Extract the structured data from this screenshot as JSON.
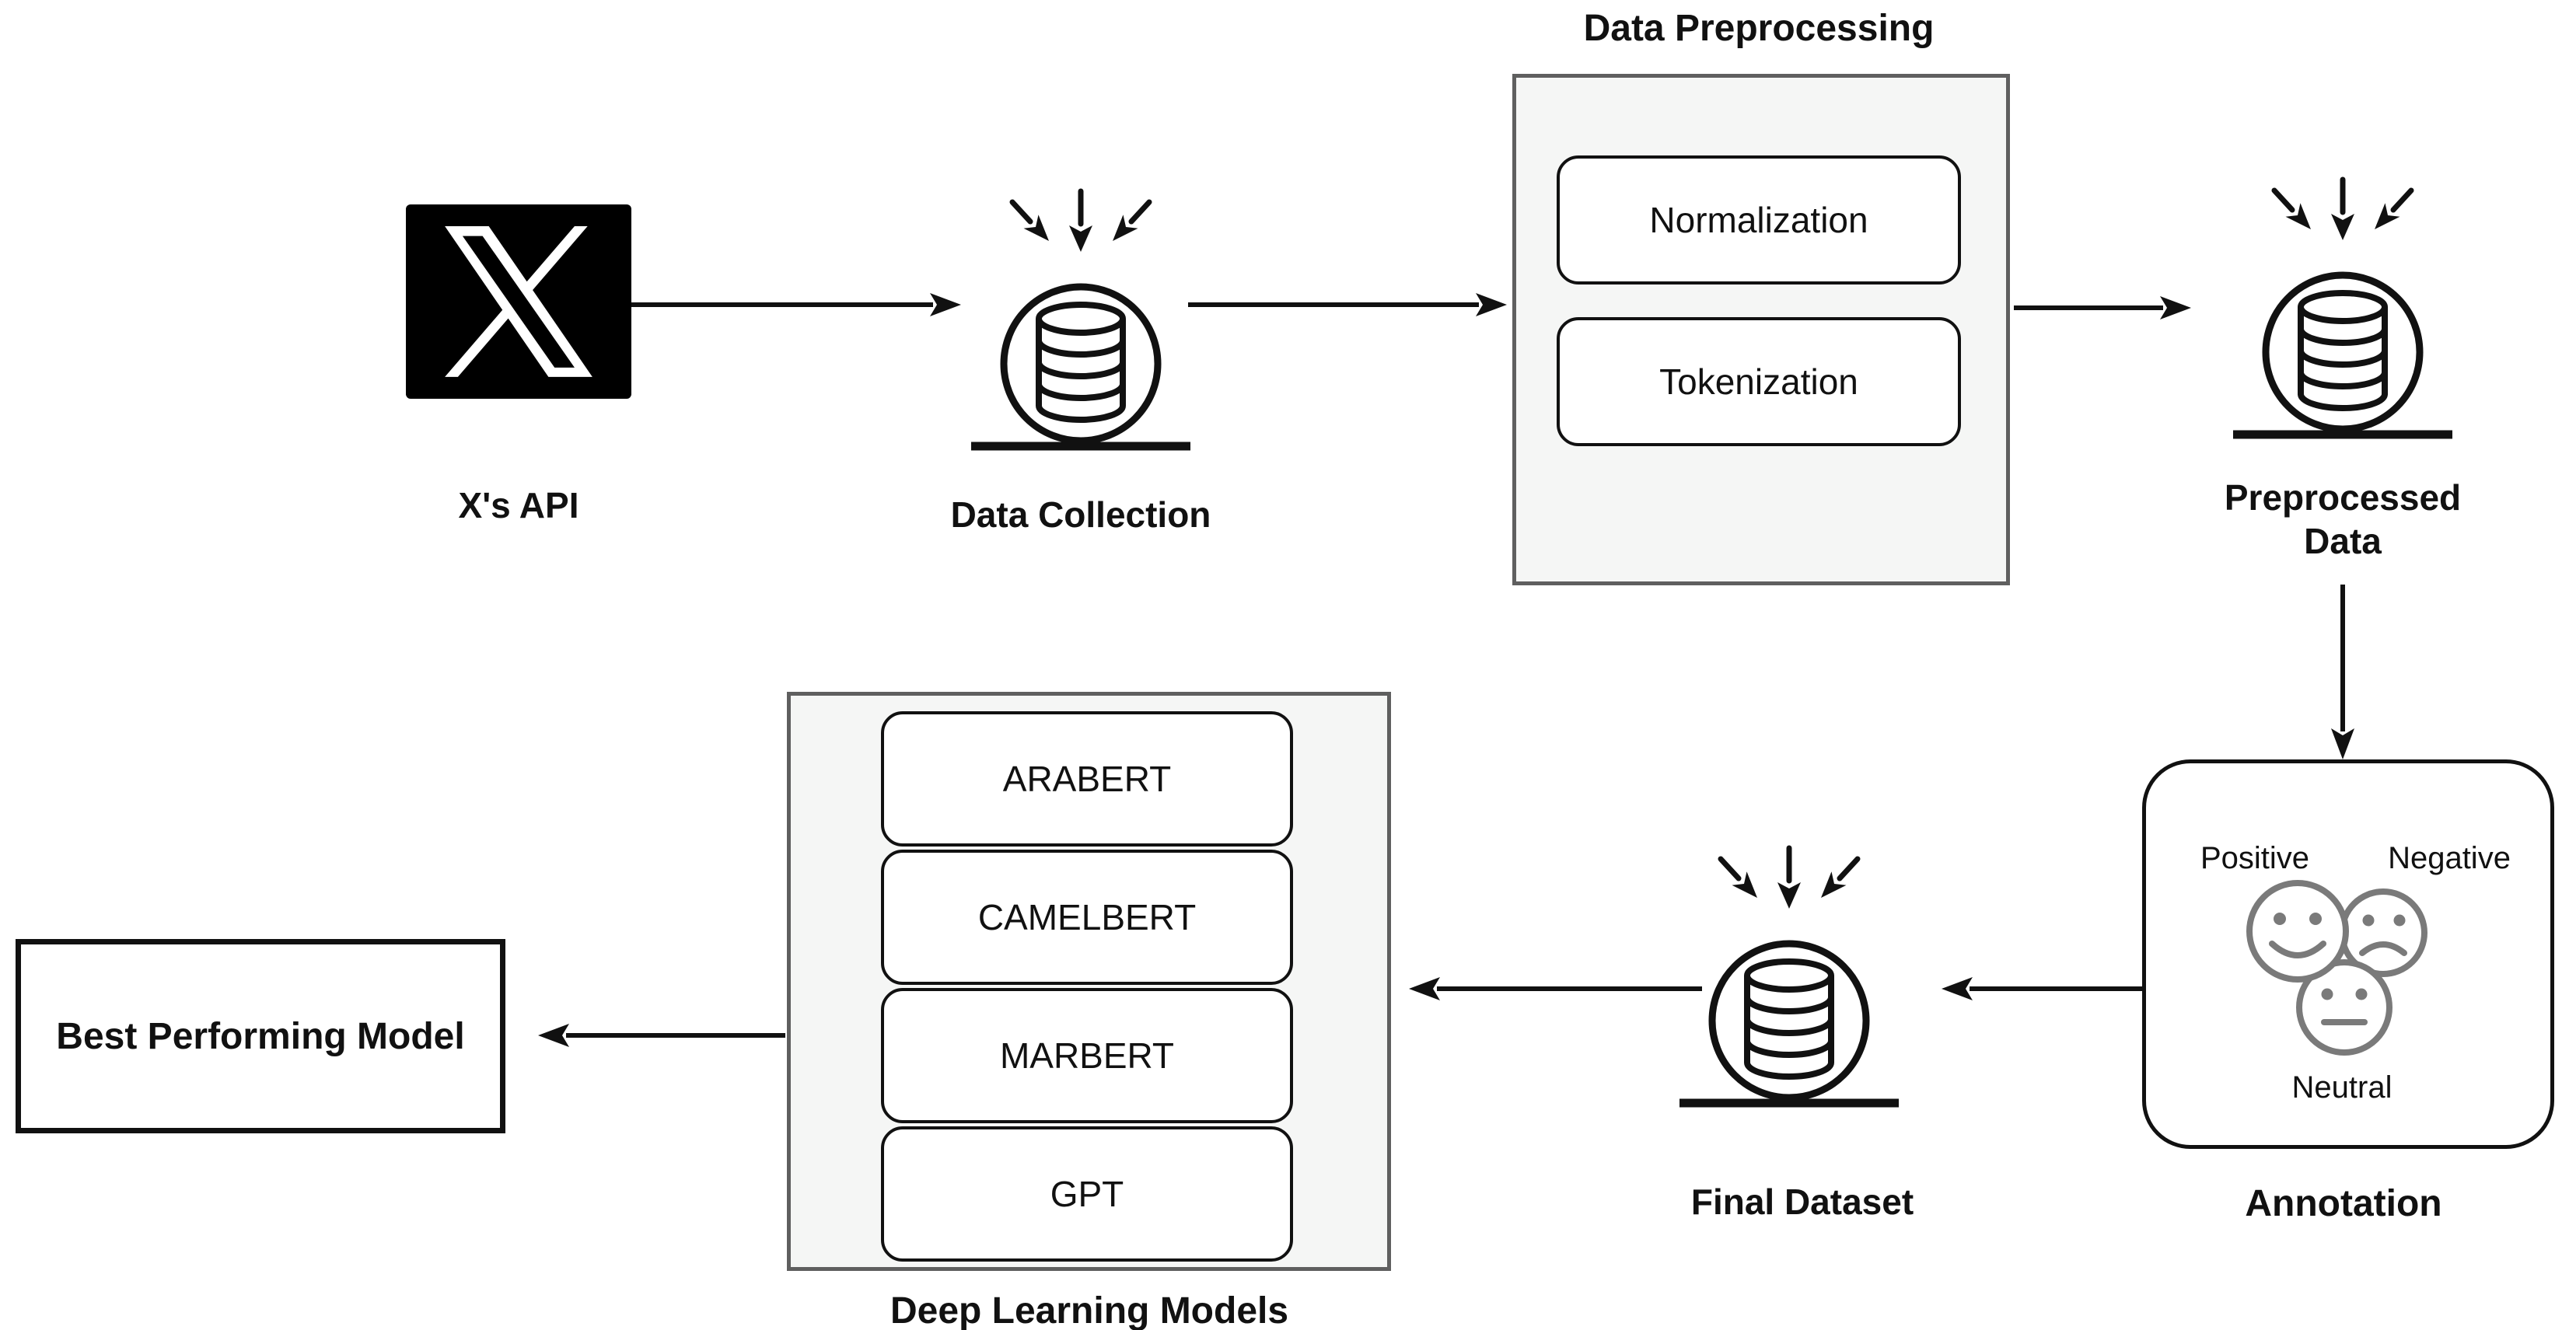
{
  "colors": {
    "stroke": "#111111",
    "panel_fill": "#f5f6f5",
    "panel_border": "#5f5f5f",
    "smiley": "#7a7a7a",
    "x_logo_background": "#000000",
    "background": "#ffffff"
  },
  "nodes": {
    "x_api": {
      "label": "X's API"
    },
    "data_collection": {
      "label": "Data Collection"
    },
    "data_preprocessing": {
      "title": "Data Preprocessing",
      "steps": [
        "Normalization",
        "Tokenization"
      ]
    },
    "preprocessed_data": {
      "label": "Preprocessed Data"
    },
    "annotation": {
      "label": "Annotation",
      "sentiments": {
        "positive": "Positive",
        "negative": "Negative",
        "neutral": "Neutral"
      }
    },
    "final_dataset": {
      "label": "Final Dataset"
    },
    "deep_learning_models": {
      "label": "Deep Learning Models",
      "models": [
        "ARABERT",
        "CAMELBERT",
        "MARBERT",
        "GPT"
      ]
    },
    "best_performing_model": {
      "label": "Best Performing Model"
    }
  },
  "edges": [
    {
      "from": "x_api",
      "to": "data_collection"
    },
    {
      "from": "data_collection",
      "to": "data_preprocessing"
    },
    {
      "from": "data_preprocessing",
      "to": "preprocessed_data"
    },
    {
      "from": "preprocessed_data",
      "to": "annotation"
    },
    {
      "from": "annotation",
      "to": "final_dataset"
    },
    {
      "from": "final_dataset",
      "to": "deep_learning_models"
    },
    {
      "from": "deep_learning_models",
      "to": "best_performing_model"
    }
  ]
}
